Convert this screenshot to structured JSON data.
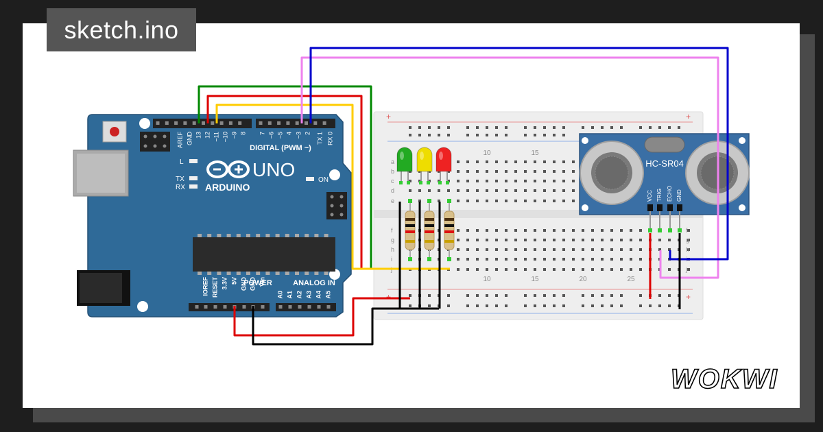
{
  "project": {
    "filename": "sketch.ino"
  },
  "brand": {
    "logo_text": "WOKWI"
  },
  "arduino": {
    "model": "UNO",
    "brand": "ARDUINO",
    "labels": {
      "digital": "DIGITAL (PWM ~)",
      "led_l": "L",
      "led_tx": "TX",
      "led_rx": "RX",
      "led_on": "ON",
      "power": "POWER",
      "analog": "ANALOG IN"
    },
    "digital_pins": [
      "AREF",
      "GND",
      "13",
      "12",
      "~11",
      "~10",
      "~9",
      "8",
      "7",
      "~6",
      "~5",
      "4",
      "~3",
      "2",
      "TX 1",
      "RX 0"
    ],
    "power_pins": [
      "IOREF",
      "RESET",
      "3.3V",
      "5V",
      "GND",
      "GND",
      "Vin"
    ],
    "analog_pins": [
      "A0",
      "A1",
      "A2",
      "A3",
      "A4",
      "A5"
    ]
  },
  "breadboard": {
    "rows_top": [
      "a",
      "b",
      "c",
      "d",
      "e"
    ],
    "rows_bottom": [
      "f",
      "g",
      "h",
      "i",
      "j"
    ],
    "column_labels_top": [
      "10",
      "15"
    ],
    "column_labels_bottom": [
      "10",
      "15",
      "20",
      "25"
    ]
  },
  "sensor": {
    "model": "HC-SR04",
    "pins": [
      "VCC",
      "TRIG",
      "ECHO",
      "GND"
    ]
  },
  "leds": [
    {
      "color": "green",
      "hex": "#22aa22"
    },
    {
      "color": "yellow",
      "hex": "#eedd00"
    },
    {
      "color": "red",
      "hex": "#ee2222"
    }
  ],
  "wire_colors": {
    "green": "#008800",
    "red": "#dd0000",
    "yellow": "#ffcc00",
    "pink": "#ee82ee",
    "blue": "#0000cc",
    "black": "#000000"
  }
}
